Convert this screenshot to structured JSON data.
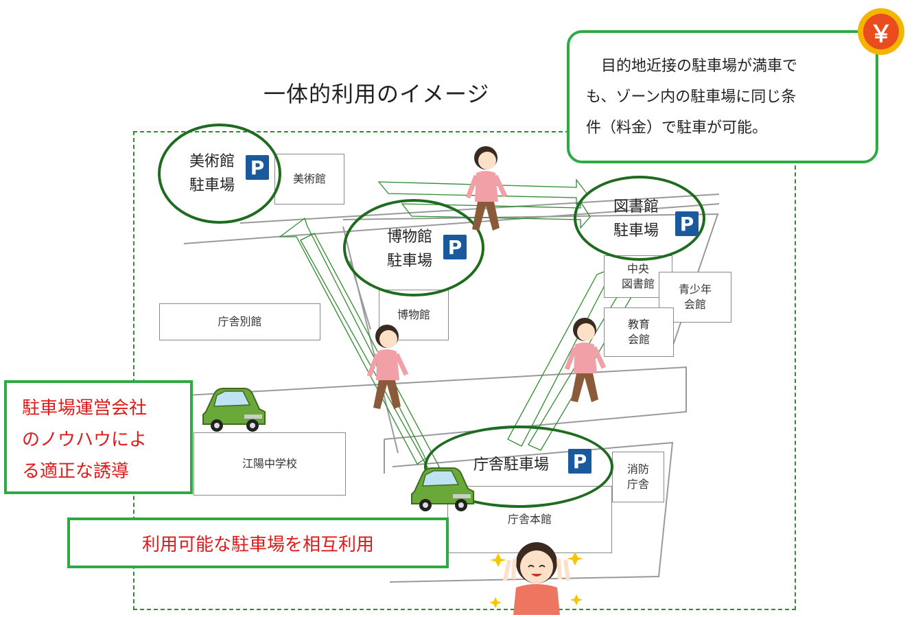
{
  "title": "一体的利用のイメージ",
  "callout": {
    "lines": [
      "目的地近接の駐車場が満車で",
      "も、ゾーン内の駐車場に同じ条",
      "件（料金）で駐車が可能。"
    ],
    "badge": "￥"
  },
  "parking_lots": [
    {
      "id": "art",
      "line1": "美術館",
      "line2": "駐車場",
      "icon": "P"
    },
    {
      "id": "museum",
      "line1": "博物館",
      "line2": "駐車場",
      "icon": "P"
    },
    {
      "id": "library",
      "line1": "図書館",
      "line2": "駐車場",
      "icon": "P"
    },
    {
      "id": "office",
      "line1": "庁舎駐車場",
      "icon": "P"
    }
  ],
  "buildings": {
    "art_museum": "美術館",
    "museum": "博物館",
    "annex": "庁舎別館",
    "central_library_1": "中央",
    "central_library_2": "図書館",
    "youth_hall_1": "青少年",
    "youth_hall_2": "会館",
    "education_hall_1": "教育",
    "education_hall_2": "会館",
    "junior_high": "江陽中学校",
    "fire_dept_1": "消防",
    "fire_dept_2": "庁舎",
    "main_office": "庁舎本館"
  },
  "red_boxes": {
    "left_lines": [
      "駐車場運営会社",
      "のノウハウによ",
      "る適正な誘導"
    ],
    "bottom": "利用可能な駐車場を相互利用"
  },
  "colors": {
    "ellipse": "#1f6b1f",
    "box_border": "#2eaa43",
    "red_text": "#e01a1a",
    "parking_icon": "#1a5a9c",
    "arrow": "#2e8b2e"
  },
  "icons": [
    "parking-icon",
    "yen-icon",
    "car-icon",
    "walking-woman-icon",
    "happy-woman-icon"
  ]
}
